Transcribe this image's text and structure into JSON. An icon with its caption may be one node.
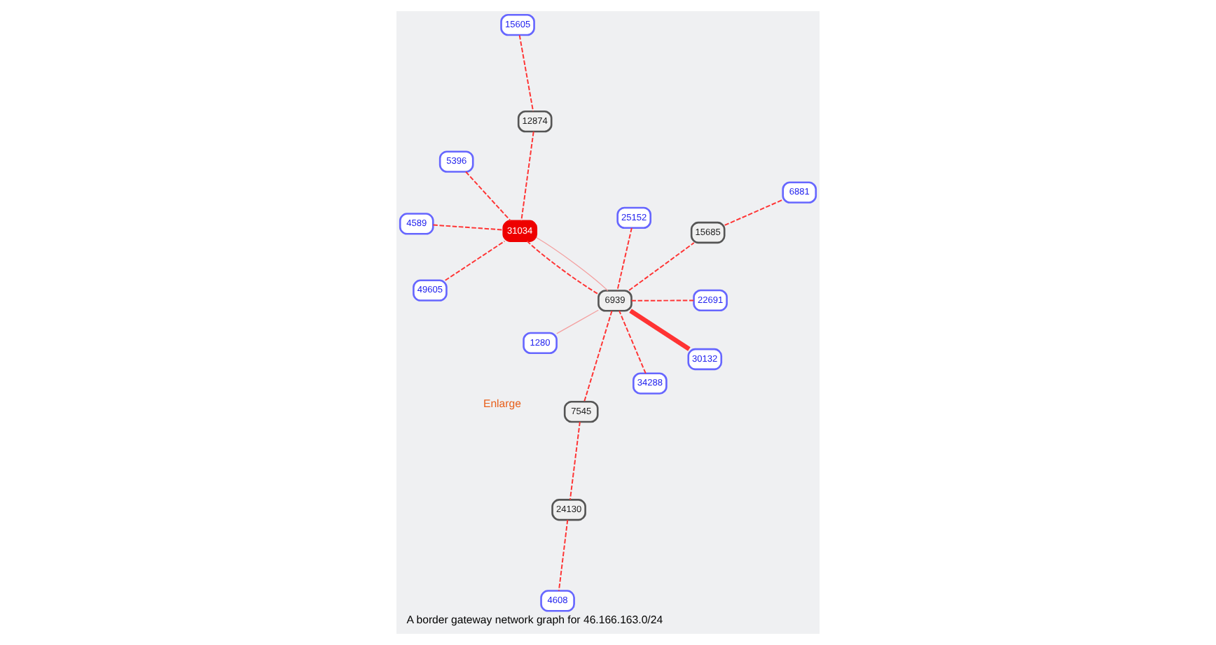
{
  "diagram": {
    "caption": "A border gateway network graph for 46.166.163.0/24",
    "nodes": [
      {
        "text": [
          "15605"
        ]
      },
      {
        "text": [
          "12874"
        ]
      },
      {
        "text": [
          "49605"
        ]
      },
      {
        "text": [
          "4608"
        ]
      },
      {
        "text": [
          "31034"
        ]
      },
      {
        "text": [
          "5396"
        ]
      },
      {
        "text": [
          "24130"
        ]
      },
      {
        "text": [
          "22691"
        ]
      },
      {
        "text": [
          "1280"
        ]
      },
      {
        "text": [
          "7545"
        ]
      },
      {
        "text": [
          "4589"
        ]
      },
      {
        "text": [
          "6939"
        ]
      },
      {
        "text": [
          "25152"
        ]
      },
      {
        "text": [
          "15685"
        ]
      },
      {
        "text": [
          "6881"
        ]
      },
      {
        "text": [
          "30132"
        ]
      },
      {
        "text": [
          "34288"
        ]
      }
    ],
    "edges": [
      {
        "from": 0,
        "to": 1,
        "arrow": "none",
        "style": "dashed"
      },
      {
        "from": 1,
        "to": 4,
        "arrow": "none",
        "style": "dashed"
      },
      {
        "from": 2,
        "to": 4,
        "arrow": "none",
        "style": "dashed"
      },
      {
        "from": 5,
        "to": 4,
        "arrow": "none",
        "style": "dashed"
      },
      {
        "from": 10,
        "to": 4,
        "arrow": "none",
        "style": "dashed"
      },
      {
        "from": 4,
        "to": 11,
        "arrow": "none",
        "color": "#f4a0a0"
      },
      {
        "from": 4,
        "to": 11,
        "arrow": "none",
        "style": "dashed"
      },
      {
        "from": 8,
        "to": 11,
        "arrow": "none",
        "color": "#f4a0a0"
      },
      {
        "from": 7,
        "to": 11,
        "arrow": "none",
        "style": "dashed"
      },
      {
        "from": 11,
        "to": 9,
        "arrow": "none",
        "style": "dashed"
      },
      {
        "from": 9,
        "to": 6,
        "arrow": "none",
        "style": "dashed"
      },
      {
        "from": 6,
        "to": 3,
        "arrow": "none",
        "style": "dashed"
      },
      {
        "from": 12,
        "to": 11,
        "arrow": "none",
        "style": "dashed"
      },
      {
        "from": 15,
        "to": 11,
        "arrow": "none",
        "style": "thick"
      },
      {
        "from": 16,
        "to": 11,
        "arrow": "none",
        "style": "dashed"
      },
      {
        "from": 11,
        "to": 13,
        "arrow": "none",
        "style": "dashed"
      },
      {
        "from": 13,
        "to": 14,
        "arrow": "none",
        "style": "dashed"
      }
    ],
    "labels": [
      "Enlarge"
    ]
  }
}
